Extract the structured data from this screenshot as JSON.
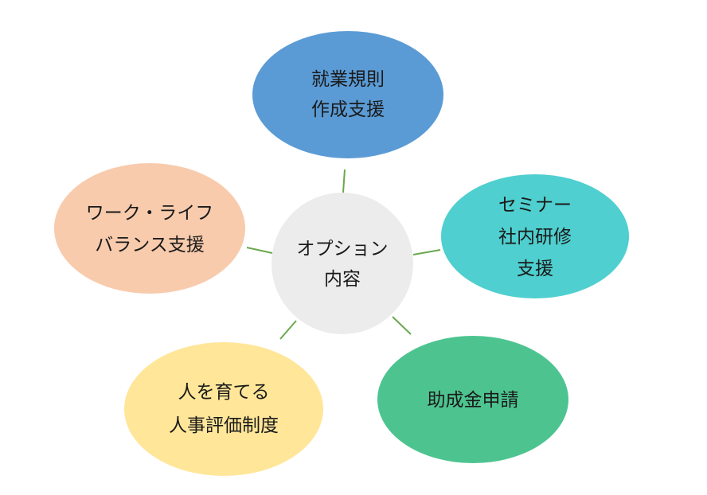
{
  "center": {
    "lines": [
      "オプション",
      "内容"
    ],
    "color": "#ececec"
  },
  "nodes": [
    {
      "id": "rules",
      "lines": [
        "就業規則",
        "作成支援"
      ],
      "color": "#5b9bd5"
    },
    {
      "id": "seminar",
      "lines": [
        "セミナー",
        "社内研修",
        "支援"
      ],
      "color": "#4fcfcf"
    },
    {
      "id": "subsidy",
      "lines": [
        "助成金申請"
      ],
      "color": "#4dc490"
    },
    {
      "id": "evaluation",
      "lines": [
        "人を育てる",
        "人事評価制度"
      ],
      "color": "#ffe699"
    },
    {
      "id": "worklife",
      "lines": [
        "ワーク・ライフ",
        "バランス支援"
      ],
      "color": "#f8cbad"
    }
  ],
  "connector_color": "#6aa84f"
}
